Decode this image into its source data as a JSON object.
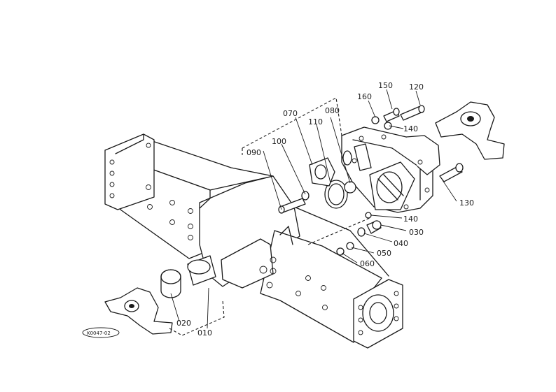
{
  "diagram": {
    "code": "K0047-02",
    "parts": {
      "p010": "010",
      "p020": "020",
      "p030": "030",
      "p040": "040",
      "p050": "050",
      "p060": "060",
      "p070": "070",
      "p080": "080",
      "p090": "090",
      "p100": "100",
      "p110": "110",
      "p120": "120",
      "p130": "130",
      "p140a": "140",
      "p140b": "140",
      "p150": "150",
      "p160": "160"
    }
  }
}
